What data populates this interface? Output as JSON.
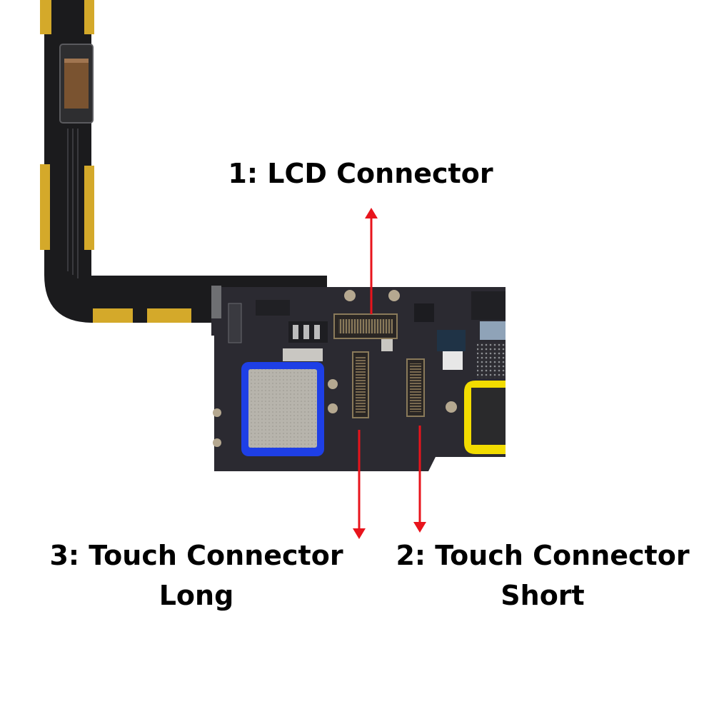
{
  "labels": {
    "lcd": "1: LCD Connector",
    "touch_long_line1": "3: Touch Connector",
    "touch_long_line2": "Long",
    "touch_short_line1": "2: Touch Connector",
    "touch_short_line2": "Short"
  },
  "colors": {
    "arrow": "#e8141c",
    "board": "#2b2a31",
    "flex_cable": "#1b1b1d",
    "gold_pad": "#d4a92a",
    "blue_box": "#1e3fe6",
    "yellow_box": "#f2dc00",
    "shield": "#b9b6ae"
  }
}
